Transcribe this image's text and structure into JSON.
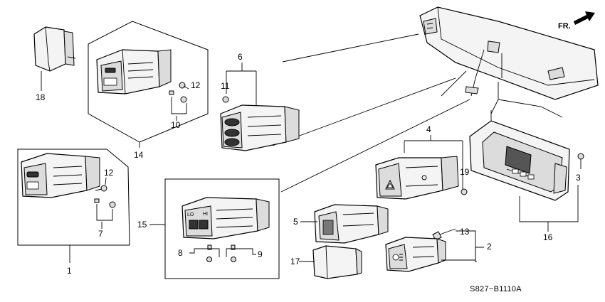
{
  "labels": {
    "p1": "1",
    "p2": "2",
    "p3": "3",
    "p4": "4",
    "p5": "5",
    "p6": "6",
    "p7": "7",
    "p8": "8",
    "p9": "9",
    "p10": "10",
    "p11": "11",
    "p12a": "12",
    "p12b": "12",
    "p13": "13",
    "p14": "14",
    "p15": "15",
    "p16": "16",
    "p17": "17",
    "p18": "18",
    "p19": "19"
  },
  "diagram_code": "S827−B1110A",
  "direction_label": "FR.",
  "switch_text": {
    "lo": "LO",
    "hi": "HI"
  }
}
